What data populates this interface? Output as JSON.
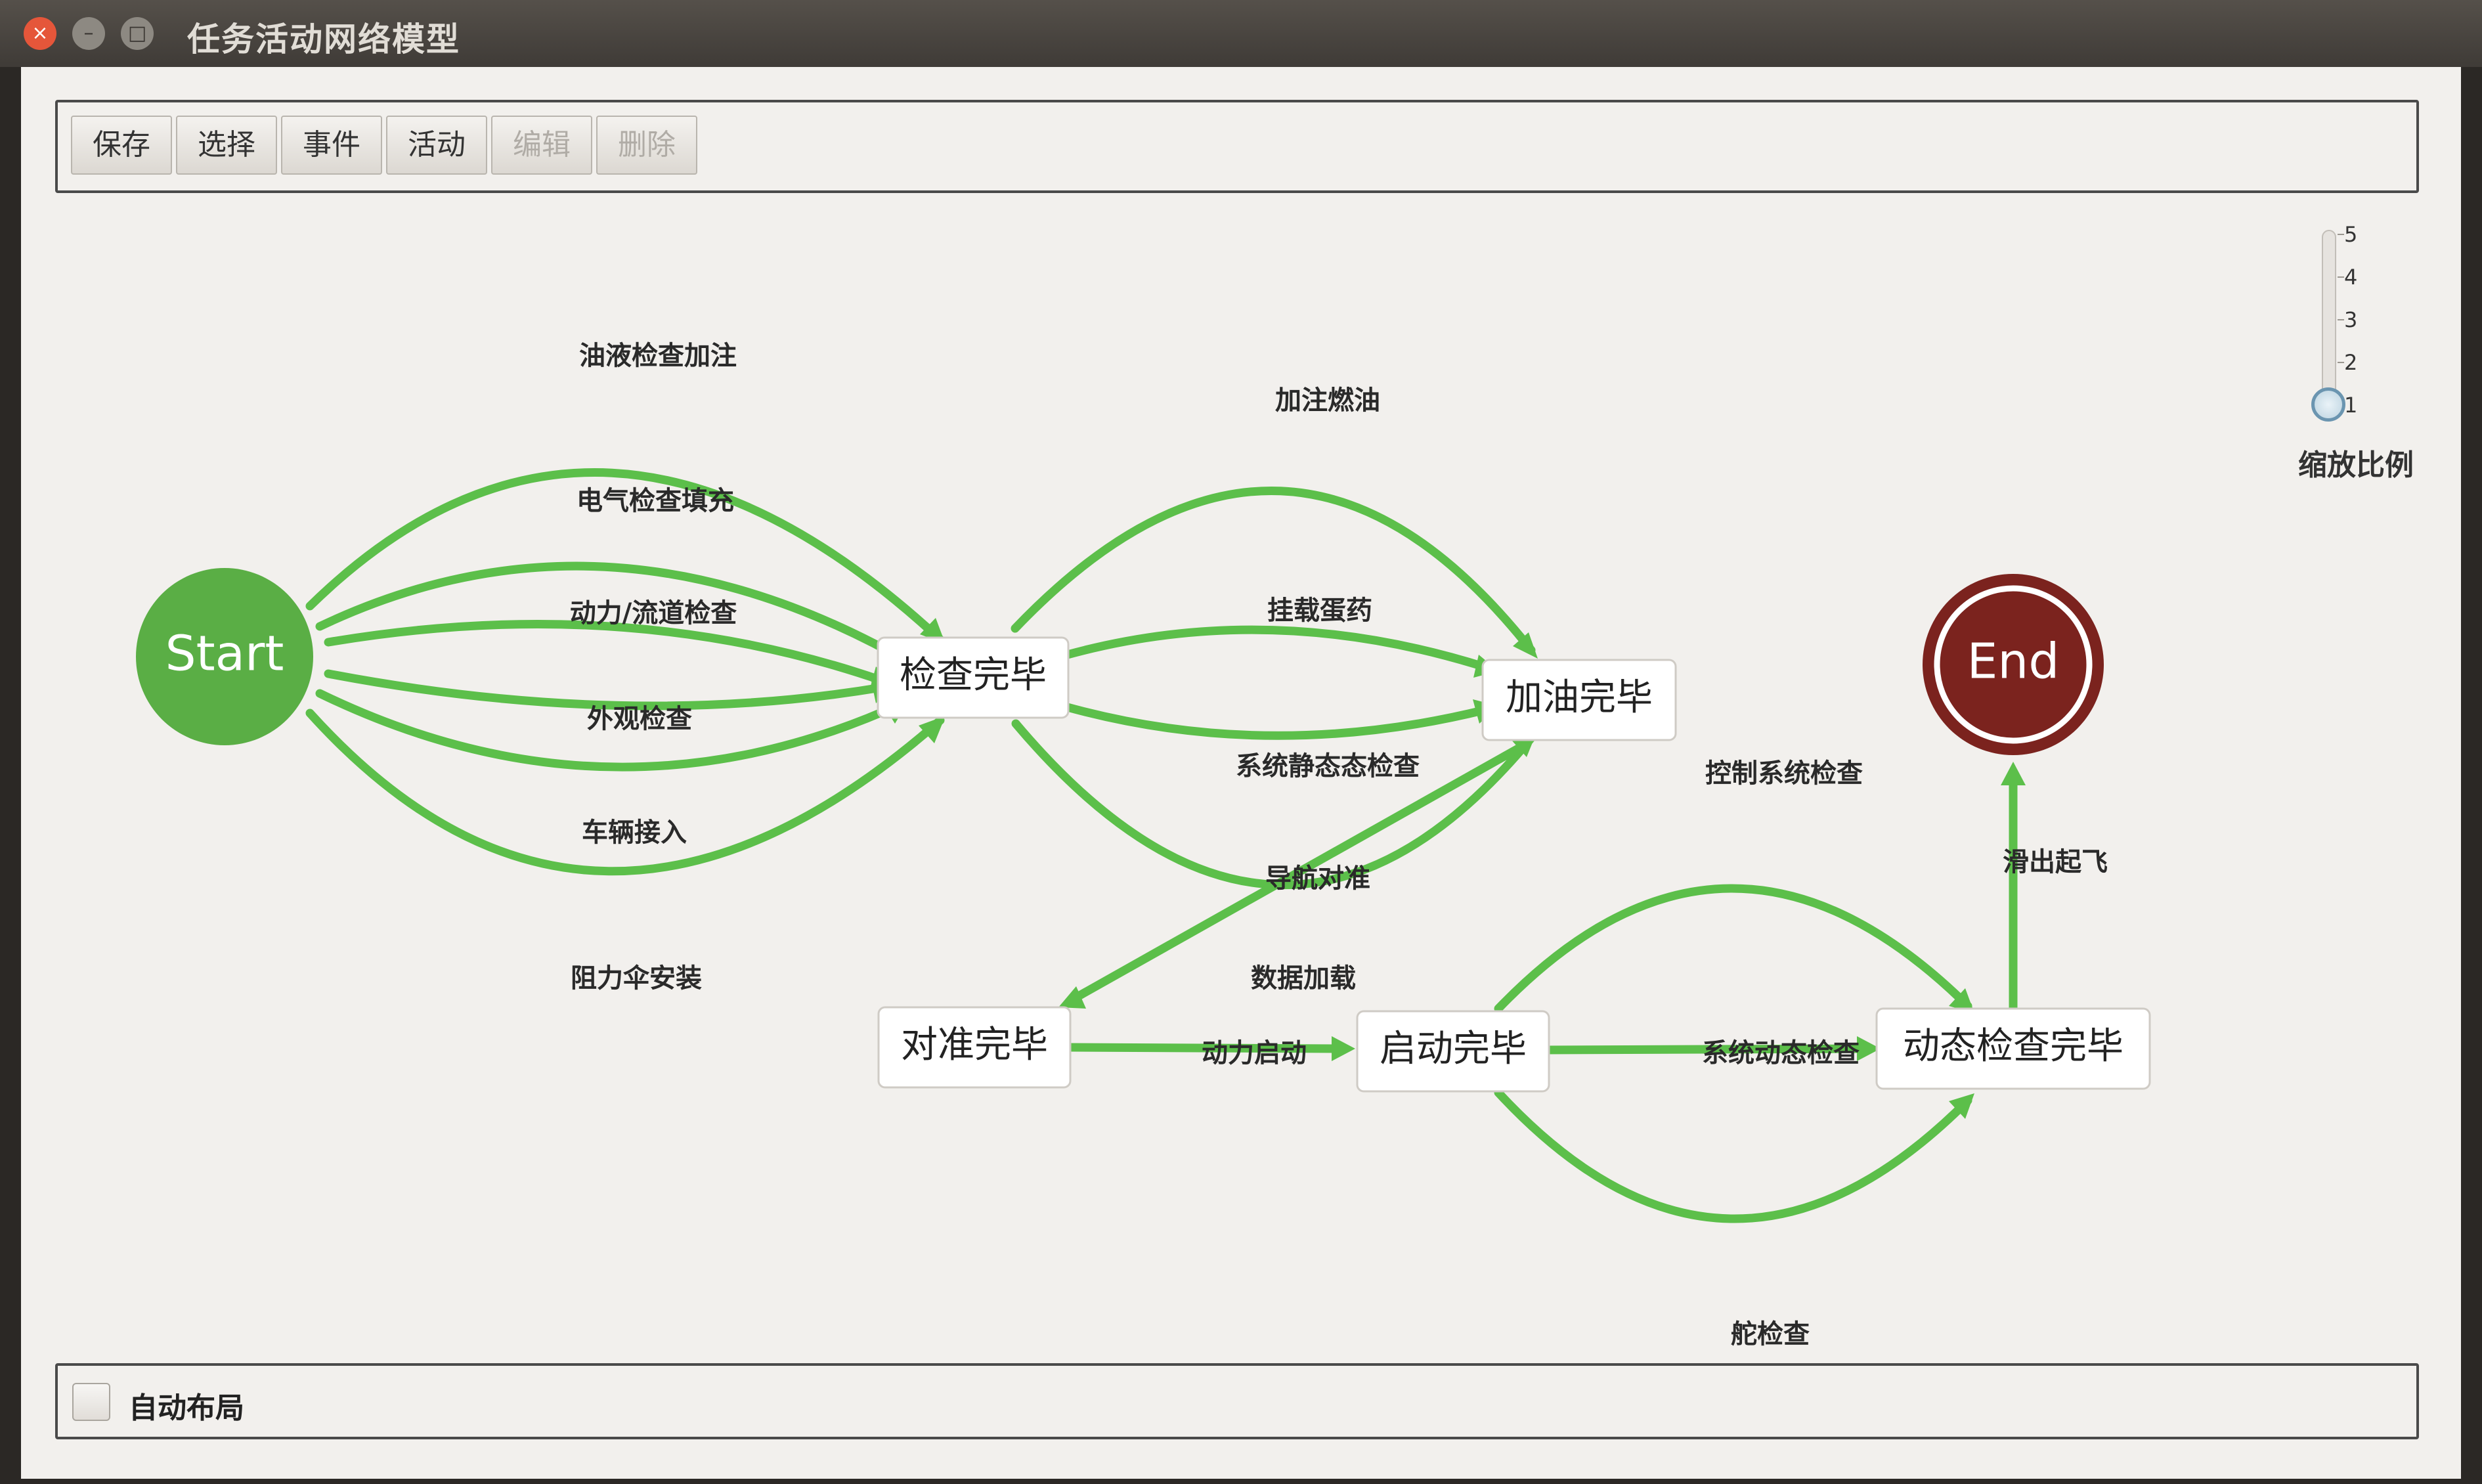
{
  "window": {
    "title": "任务活动网络模型",
    "close_glyph": "×",
    "min_glyph": "–",
    "max_glyph": "□"
  },
  "toolbar": {
    "buttons": [
      {
        "label": "保存",
        "enabled": true
      },
      {
        "label": "选择",
        "enabled": true
      },
      {
        "label": "事件",
        "enabled": true
      },
      {
        "label": "活动",
        "enabled": true
      },
      {
        "label": "编辑",
        "enabled": false
      },
      {
        "label": "删除",
        "enabled": false
      }
    ]
  },
  "zoom": {
    "label": "缩放比例",
    "ticks": [
      "5",
      "4",
      "3",
      "2",
      "1"
    ],
    "value": 1
  },
  "graph": {
    "colors": {
      "edge": "#5cbf4a",
      "start": "#5aae45",
      "end": "#7b231e"
    },
    "nodes": {
      "start": "Start",
      "end": "End",
      "check_done": "检查完毕",
      "refuel_done": "加油完毕",
      "align_done": "对准完毕",
      "startup_done": "启动完毕",
      "dyncheck_done": "动态检查完毕"
    },
    "edges": {
      "oil_check": "油液检查加注",
      "electric_check": "电气检查填充",
      "power_check": "动力/流道检查",
      "exterior_check": "外观检查",
      "vehicle_connect": "车辆接入",
      "drag_chute": "阻力伞安装",
      "refuel": "加注燃油",
      "mount_ammo": "挂载蛋药",
      "static_check": "系统静态态检查",
      "nav_align": "导航对准",
      "data_load": "数据加载",
      "power_start": "动力启动",
      "control_check": "控制系统检查",
      "dynamic_check": "系统动态检查",
      "rudder_check": "舵检查",
      "taxi_takeoff": "滑出起飞"
    }
  },
  "footer": {
    "auto_layout_label": "自动布局",
    "auto_layout_checked": false
  }
}
